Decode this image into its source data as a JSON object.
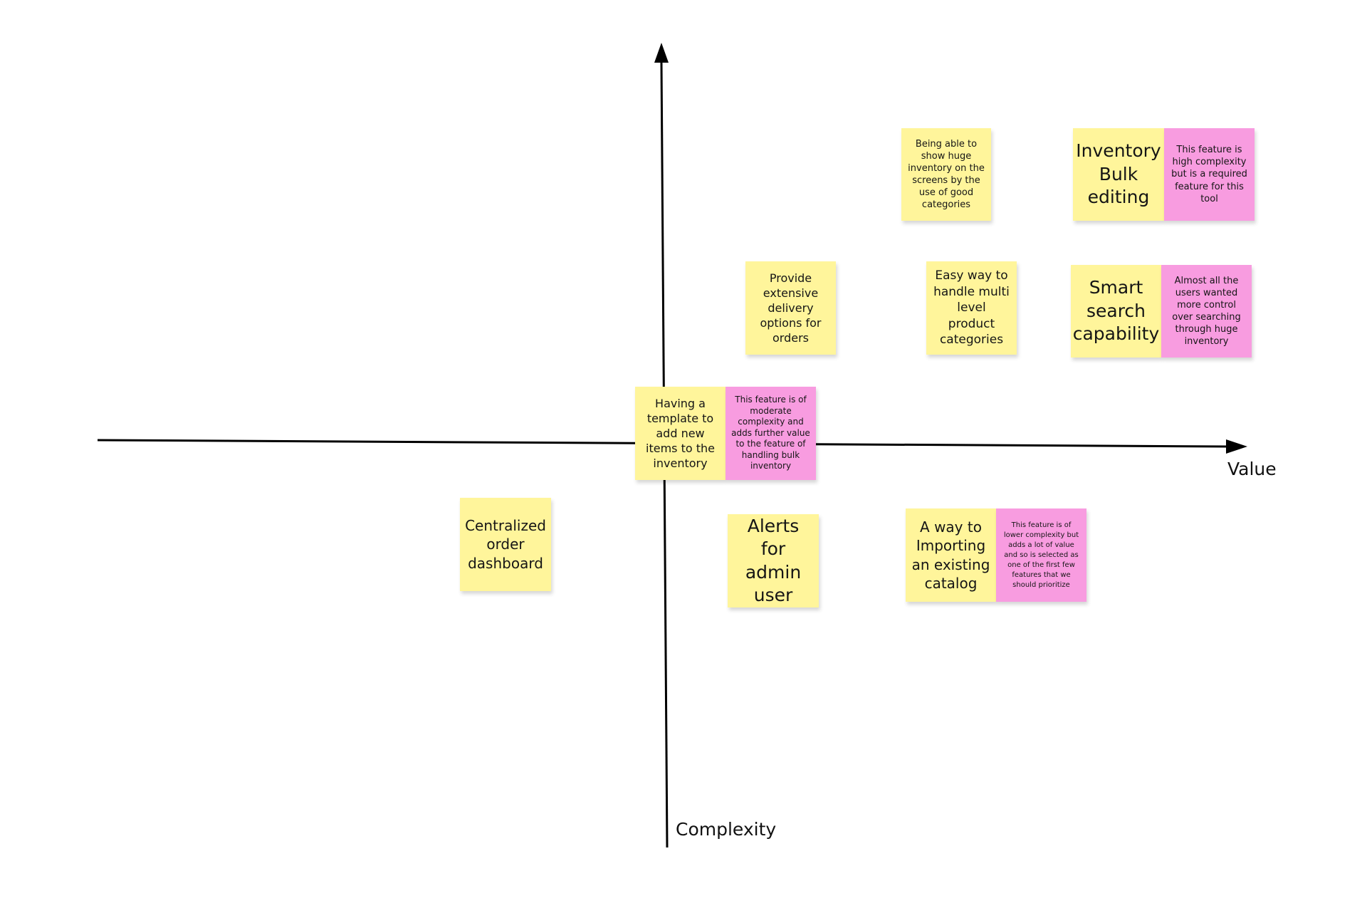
{
  "axes": {
    "x_label": "Value",
    "y_label": "Complexity"
  },
  "colors": {
    "note_yellow": "#fff59b",
    "note_pink": "#f89ce0",
    "axis": "#000000"
  },
  "notes": [
    {
      "id": "inventory-categories",
      "color": "yellow",
      "text": "Being able to show huge inventory on the screens by the use of good categories"
    },
    {
      "id": "inventory-bulk-editing",
      "color": "yellow",
      "text": "Inventory Bulk editing"
    },
    {
      "id": "inventory-bulk-editing-comment",
      "color": "pink",
      "text": "This feature is high complexity but is a required feature for this tool"
    },
    {
      "id": "delivery-options",
      "color": "yellow",
      "text": "Provide extensive delivery options for orders"
    },
    {
      "id": "multi-level-categories",
      "color": "yellow",
      "text": "Easy way to handle multi level product categories"
    },
    {
      "id": "smart-search",
      "color": "yellow",
      "text": "Smart search capability"
    },
    {
      "id": "smart-search-comment",
      "color": "pink",
      "text": "Almost all the users wanted more control over searching through huge inventory"
    },
    {
      "id": "item-template",
      "color": "yellow",
      "text": "Having a template to add new items to the inventory"
    },
    {
      "id": "item-template-comment",
      "color": "pink",
      "text": "This feature is of moderate complexity and adds further value to the feature of handling bulk inventory"
    },
    {
      "id": "order-dashboard",
      "color": "yellow",
      "text": "Centralized order dashboard"
    },
    {
      "id": "admin-alerts",
      "color": "yellow",
      "text": "Alerts for admin user"
    },
    {
      "id": "import-catalog",
      "color": "yellow",
      "text": "A way to Importing an existing catalog"
    },
    {
      "id": "import-catalog-comment",
      "color": "pink",
      "text": "This feature is of lower complexity but adds a lot of value and so is selected as one of the first few features that we should prioritize"
    }
  ]
}
